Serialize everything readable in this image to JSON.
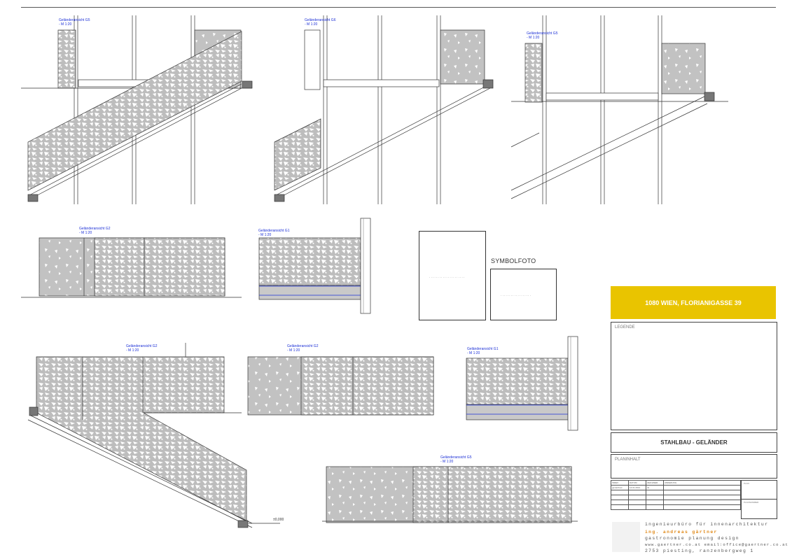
{
  "view_labels": {
    "v1": {
      "name": "Geländeransicht G5",
      "scale": "- M 1:20"
    },
    "v2": {
      "name": "Geländeransicht G6",
      "scale": "- M 1:20"
    },
    "v3": {
      "name": "Geländeransicht G5",
      "scale": "- M 1:20"
    },
    "v4": {
      "name": "Geländeransicht G2",
      "scale": "- M 1:20"
    },
    "v5": {
      "name": "Geländeransicht G1",
      "scale": "- M 1:20"
    },
    "v6": {
      "name": "Geländeransicht G2",
      "scale": "- M 1:20"
    },
    "v7": {
      "name": "Geländeransicht G2",
      "scale": "- M 1:20"
    },
    "v8": {
      "name": "Geländeransicht G1",
      "scale": "- M 1:20"
    },
    "v9": {
      "name": "Geländeransicht G5",
      "scale": "- M 1:20"
    }
  },
  "symbolfoto": {
    "title": "SYMBOLFOTO",
    "caption_left": "· · · · · · · · · · · · · · · · · · · · ·",
    "caption_right": "· · · · · · · · · · · · · · · · · ·"
  },
  "level_mark": "±0,000",
  "title_block": {
    "address": "1080 WIEN, FLORIANIGASSE 39",
    "legend_label": "LEGENDE",
    "drawing_title": "STAHLBAU - GELÄNDER",
    "plan_content_label": "PLANINHALT",
    "table_header": [
      "INDEX",
      "DATUM",
      "ZEICHNER",
      "ÄNDERUNG"
    ],
    "table_row1": [
      "gezeichnet",
      "14.01.2014",
      "ok"
    ],
    "side_label_1": "PLAN",
    "side_label_2": "PLANNUMMER"
  },
  "office": {
    "line1": "ingenieurbüro für innenarchitektur",
    "line2": "ing. andreas gärtner",
    "line3": "gastronomie planung design",
    "line4": "www.gaertner.co.at email:office@gaertner.co.at",
    "line5": "2753 piesting, ranzenbergweg 1"
  },
  "colors": {
    "panel_fill": "#b9b9b9",
    "label_blue": "#1b2fd6",
    "accent_yellow": "#e9c400",
    "office_orange": "#e08a1a"
  }
}
